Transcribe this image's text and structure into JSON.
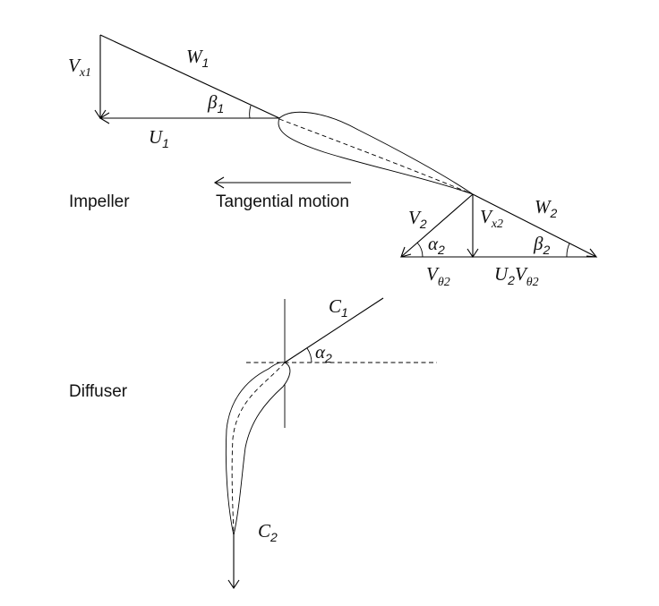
{
  "impeller": {
    "label": "Impeller",
    "motion_label": "Tangential motion",
    "inlet": {
      "W": {
        "main": "W",
        "sub": "1"
      },
      "Vx": {
        "main": "V",
        "sub": "x1"
      },
      "U": {
        "main": "U",
        "sub": "1"
      },
      "beta": {
        "main": "β",
        "sub": "1"
      }
    },
    "outlet": {
      "V": {
        "main": "V",
        "sub": "2"
      },
      "Vx": {
        "main": "V",
        "sub": "x2"
      },
      "W": {
        "main": "W",
        "sub": "2"
      },
      "alpha": {
        "main": "α",
        "sub": "2"
      },
      "beta": {
        "main": "β",
        "sub": "2"
      },
      "Vtheta": {
        "main": "V",
        "sub": "θ2"
      },
      "U": {
        "main": "U",
        "sub": "2"
      },
      "UVtheta": {
        "main": "V",
        "sub": "θ2"
      }
    }
  },
  "diffuser": {
    "label": "Diffuser",
    "C1": {
      "main": "C",
      "sub": "1"
    },
    "C2": {
      "main": "C",
      "sub": "2"
    },
    "alpha": {
      "main": "α",
      "sub": "2"
    }
  }
}
